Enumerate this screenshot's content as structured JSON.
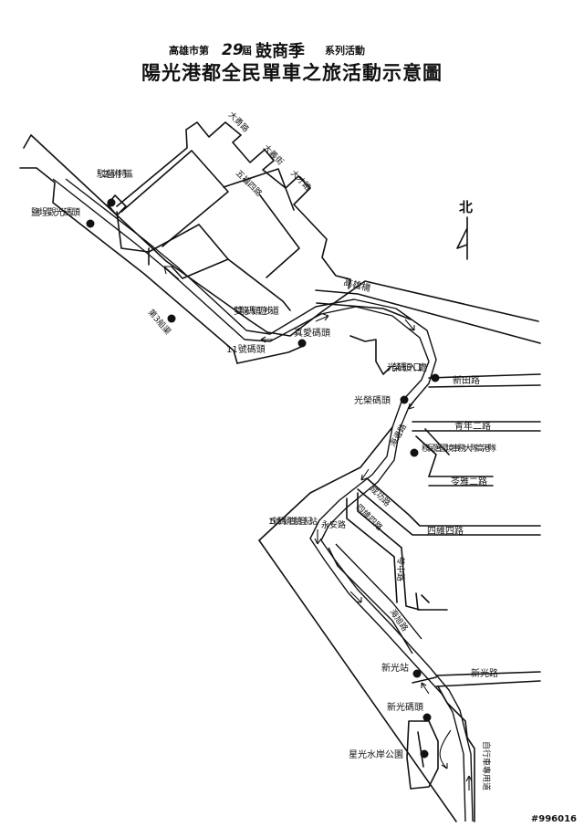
{
  "header": {
    "prefix": "高雄市第",
    "edition": "29",
    "suffix": "屆",
    "brand": "鼓商季",
    "activity": "系列活動",
    "title": "陽光港都全民單車之旅活動示意圖"
  },
  "compass": {
    "label": "北"
  },
  "roads": {
    "dayong": "大勇路",
    "dayi": "大義街",
    "dacai": "大才路",
    "wufu4": "五福四路",
    "gaoxiong_bridge": "高雄橋",
    "xintian": "新田路",
    "qingnian2": "青年二路",
    "lingya2": "苓雅二路",
    "haibian": "海邊路",
    "chenggong": "成功路",
    "siwei4": "四維四路",
    "siwei4_b": "四維四路",
    "lingzhong": "苓中路",
    "haixu": "海旭路",
    "xinguang": "新光路",
    "bike_lane": "自行車專用道"
  },
  "places": {
    "pier2": "駁2藝術特區",
    "yancheng": "鹽埕觀光碼頭",
    "pier3": "第3船渠",
    "shuanglong": "雙龍碼頭遊步道",
    "pier11": "11號碼頭",
    "zhenai": "真愛碼頭",
    "guangrong_entry": "光榮碼頭入口處",
    "guangrong": "光榮碼頭",
    "immigration": "移民署國境事務大隊高港隊",
    "checkin": "15號碼頭查驗登記站",
    "yongan": "永安路",
    "xinguang_station": "新光站",
    "xinguang_pier": "新光碼頭",
    "xingguang_park": "星光水岸公園"
  },
  "stamp": "#996016"
}
